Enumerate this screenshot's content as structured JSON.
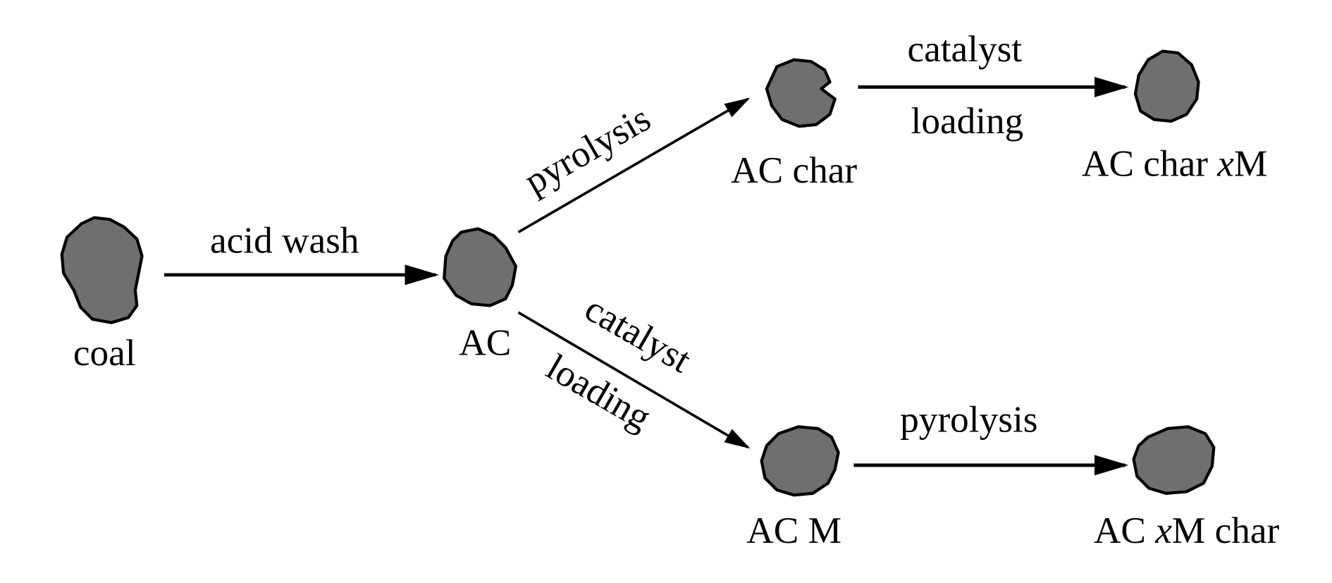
{
  "nodes": {
    "coal": "coal",
    "ac": "AC",
    "ac_char": "AC char",
    "ac_char_xm": {
      "prefix": "AC char ",
      "italic": "x",
      "suffix": "M"
    },
    "ac_m": "AC M",
    "ac_xm_char": {
      "prefix": "AC ",
      "italic": "x",
      "suffix": "M char"
    }
  },
  "edges": {
    "acid_wash": "acid wash",
    "pyrolysis_upper": "pyrolysis",
    "catalyst_loading_upper": {
      "line1": "catalyst",
      "line2": "loading"
    },
    "catalyst_loading_lower": {
      "line1": "catalyst",
      "line2": "loading"
    },
    "pyrolysis_lower": "pyrolysis"
  },
  "colors": {
    "particle": "#6f6f6f",
    "ink": "#000000"
  }
}
